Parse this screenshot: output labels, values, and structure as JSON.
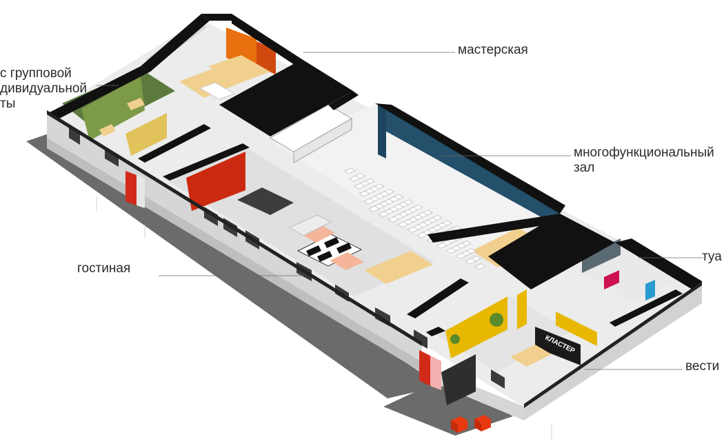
{
  "labels": {
    "workshop": "мастерская",
    "multi_hall_1": "многофункциональный",
    "multi_hall_2": "зал",
    "lounge": "гостиная",
    "toilets": "туа",
    "vestibule": "вести",
    "group_room_1": "с групповой",
    "group_room_2": "дивидуальной",
    "group_room_3": "ты"
  },
  "sign": {
    "brand": "КЛАСТЕР"
  },
  "colors": {
    "wall_black": "#111111",
    "floor": "#e9e9e9",
    "orange": "#e8700f",
    "blue": "#24506b",
    "green": "#5d7a3e",
    "red": "#cc2a10",
    "yellow": "#e8b800",
    "wood": "#f1d08f",
    "brick": "#cfcfcf"
  }
}
